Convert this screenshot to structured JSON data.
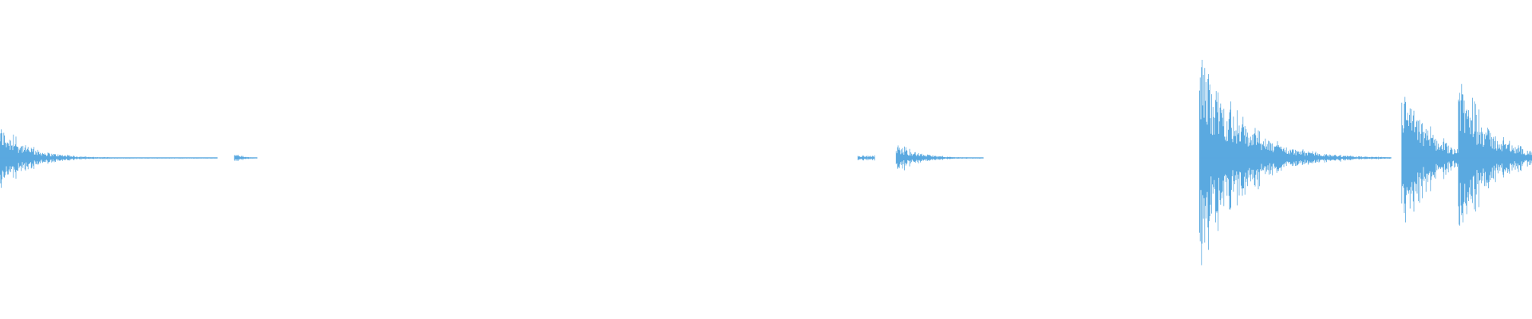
{
  "waveform": {
    "color": "#5aa9e0",
    "background": "#ffffff",
    "amplitude_range": [
      -1,
      1
    ],
    "duration_fraction_range": [
      0,
      1
    ],
    "segments": [
      {
        "start": 0.0,
        "end": 0.142,
        "peak": 0.3,
        "decay": 8.0
      },
      {
        "start": 0.153,
        "end": 0.168,
        "peak": 0.05,
        "decay": 3.0
      },
      {
        "start": 0.56,
        "end": 0.571,
        "peak": 0.02,
        "decay": 0.0
      },
      {
        "start": 0.585,
        "end": 0.642,
        "peak": 0.13,
        "decay": 4.0
      },
      {
        "start": 0.783,
        "end": 0.908,
        "peak": 1.0,
        "decay": 5.0
      },
      {
        "start": 0.915,
        "end": 0.952,
        "peak": 0.68,
        "decay": 2.0
      },
      {
        "start": 0.952,
        "end": 1.0,
        "peak": 0.76,
        "decay": 2.5
      }
    ]
  }
}
